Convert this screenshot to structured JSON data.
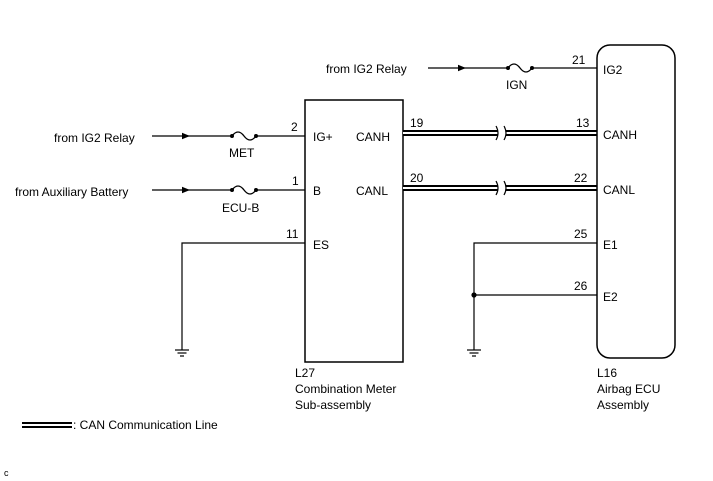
{
  "sources": {
    "ig2_top": "from IG2 Relay",
    "ig2_met": "from IG2 Relay",
    "aux_battery": "from Auxiliary Battery"
  },
  "fuses": {
    "ign": "IGN",
    "met": "MET",
    "ecu_b": "ECU-B"
  },
  "meter": {
    "connector": "L27",
    "name_line1": "Combination Meter",
    "name_line2": "Sub-assembly",
    "pins": {
      "igp_num": "2",
      "igp_label": "IG+",
      "b_num": "1",
      "b_label": "B",
      "es_num": "11",
      "es_label": "ES",
      "canh_num": "19",
      "canh_label": "CANH",
      "canl_num": "20",
      "canl_label": "CANL"
    }
  },
  "airbag": {
    "connector": "L16",
    "name_line1": "Airbag ECU",
    "name_line2": "Assembly",
    "pins": {
      "ig2_num": "21",
      "ig2_label": "IG2",
      "canh_num": "13",
      "canh_label": "CANH",
      "canl_num": "22",
      "canl_label": "CANL",
      "e1_num": "25",
      "e1_label": "E1",
      "e2_num": "26",
      "e2_label": "E2"
    }
  },
  "legend": {
    "text": ": CAN Communication Line"
  },
  "corner_mark": "c"
}
